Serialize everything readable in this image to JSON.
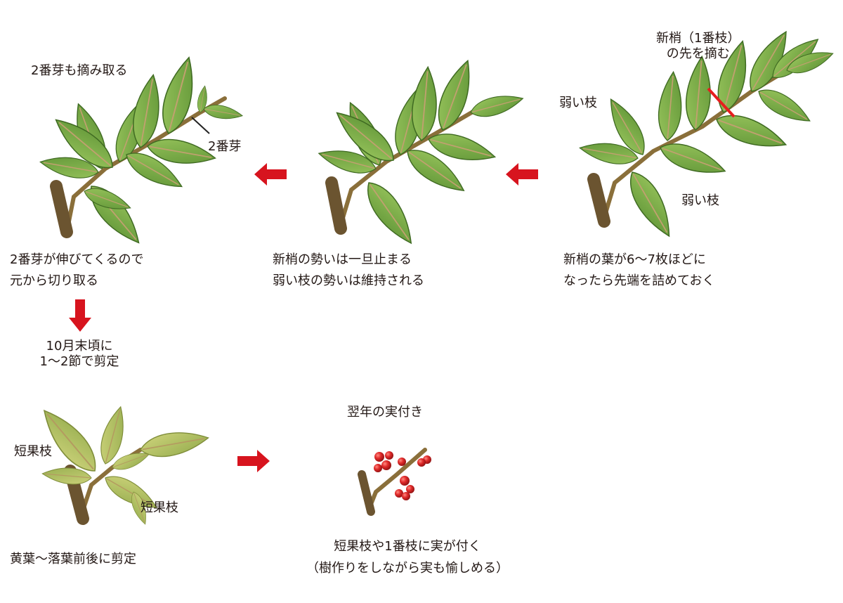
{
  "panels": {
    "p1": {
      "label_top": "2番芽も摘み取る",
      "label_bud": "2番芽",
      "caption": [
        "2番芽が伸びてくるので",
        "元から切り取る"
      ]
    },
    "p2": {
      "caption": [
        "新梢の勢いは一旦止まる",
        "弱い枝の勢いは維持される"
      ]
    },
    "p3": {
      "label_pinch": [
        "新梢（1番枝）",
        "の先を摘む"
      ],
      "label_weak_top": "弱い枝",
      "label_weak_bottom": "弱い枝",
      "caption": [
        "新梢の葉が6〜7枚ほどに",
        "なったら先端を詰めておく"
      ]
    },
    "p4": {
      "header": [
        "10月末頃に",
        "1〜2節で剪定"
      ],
      "label_short1": "短果枝",
      "label_short2": "短果枝",
      "caption": "黄葉〜落葉前後に剪定"
    },
    "p5": {
      "header": "翌年の実付き",
      "caption": [
        "短果枝や1番枝に実が付く",
        "（樹作りをしながら実も愉しめる）"
      ]
    }
  },
  "colors": {
    "arrow": "#d7141e",
    "cut_mark": "#e61e1e",
    "leaf": "#7fb04a",
    "leaf_dark": "#4f7d2c",
    "leaf_yellow": "#b9c665",
    "branch": "#6b5430",
    "fruit": "#d2232a"
  }
}
